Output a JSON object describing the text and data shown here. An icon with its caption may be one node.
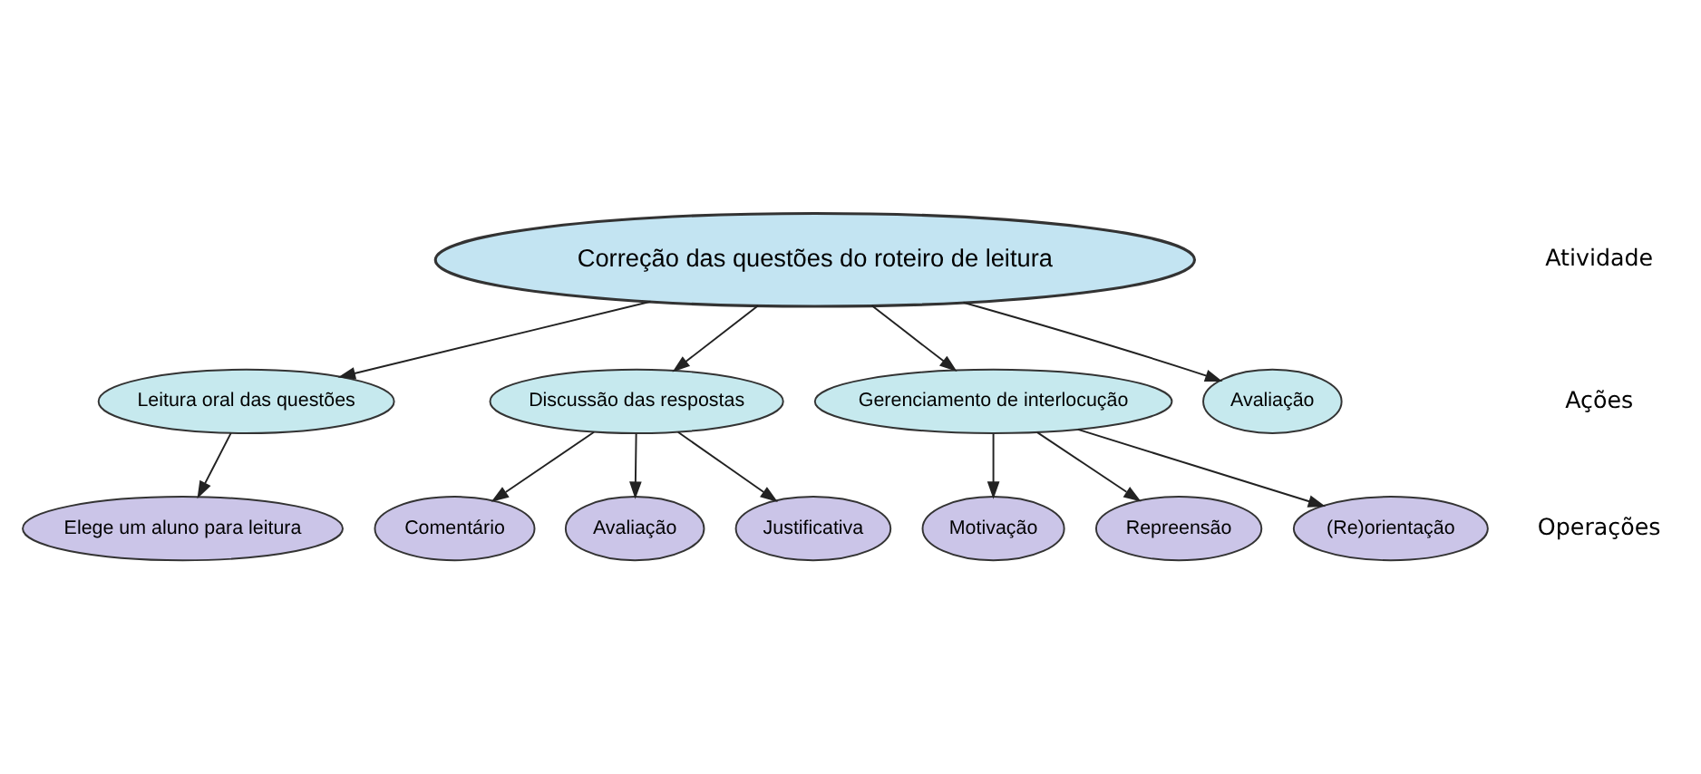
{
  "diagram": {
    "nodes": [
      {
        "text": [
          "Correção das questões do roteiro de leitura"
        ]
      },
      {
        "text": [
          "Leitura oral das questões"
        ]
      },
      {
        "text": [
          "Discussão das respostas"
        ]
      },
      {
        "text": [
          "Gerenciamento de interlocução"
        ]
      },
      {
        "text": [
          "Avaliação"
        ]
      },
      {
        "text": [
          "Elege um aluno para leitura"
        ]
      },
      {
        "text": [
          "Comentário"
        ]
      },
      {
        "text": [
          "Avaliação"
        ]
      },
      {
        "text": [
          "Justificativa"
        ]
      },
      {
        "text": [
          "Motivação"
        ]
      },
      {
        "text": [
          "Repreensão"
        ]
      },
      {
        "text": [
          "(Re)orientação"
        ]
      }
    ],
    "edges": [
      {
        "from": 0,
        "to": 1,
        "arrow": "to"
      },
      {
        "from": 0,
        "to": 2,
        "arrow": "to"
      },
      {
        "from": 0,
        "to": 3,
        "arrow": "to"
      },
      {
        "from": 0,
        "to": 4,
        "arrow": "to"
      },
      {
        "from": 1,
        "to": 5,
        "arrow": "to"
      },
      {
        "from": 2,
        "to": 6,
        "arrow": "to"
      },
      {
        "from": 2,
        "to": 7,
        "arrow": "to"
      },
      {
        "from": 2,
        "to": 8,
        "arrow": "to"
      },
      {
        "from": 3,
        "to": 9,
        "arrow": "to"
      },
      {
        "from": 3,
        "to": 10,
        "arrow": "to"
      },
      {
        "from": 3,
        "to": 11,
        "arrow": "to"
      }
    ],
    "labels": [
      "Atividade",
      "Ações",
      "Operações"
    ]
  }
}
